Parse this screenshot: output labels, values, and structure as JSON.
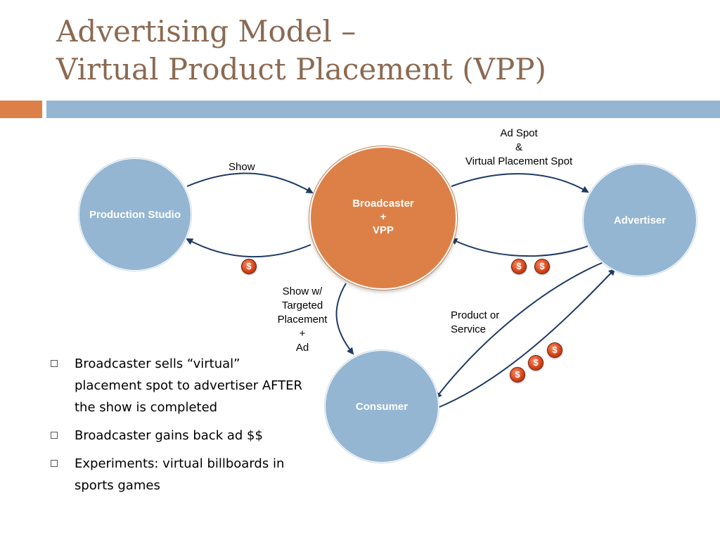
{
  "slide": {
    "title_line1": "Advertising Model –",
    "title_line2": "Virtual Product Placement (VPP)"
  },
  "colors": {
    "title": "#8b6a52",
    "accent_orange": "#dd8047",
    "accent_blue": "#94b6d2",
    "arrow": "#1f3a63",
    "coin": "#d8441c"
  },
  "nodes": {
    "production_studio": "Production Studio",
    "broadcaster": [
      "Broadcaster",
      "+",
      "VPP"
    ],
    "advertiser": "Advertiser",
    "consumer": "Consumer"
  },
  "edge_labels": {
    "show": "Show",
    "ad_spot": [
      "Ad Spot",
      "&",
      "Virtual Placement Spot"
    ],
    "show_targeted": [
      "Show w/",
      "Targeted",
      "Placement",
      "+",
      "Ad"
    ],
    "product_service": [
      "Product or",
      "Service"
    ]
  },
  "coin_symbol": "$",
  "bullets": [
    "Broadcaster sells “virtual” placement spot to advertiser AFTER the show is completed",
    "Broadcaster gains back ad $$",
    "Experiments: virtual billboards in sports games"
  ]
}
